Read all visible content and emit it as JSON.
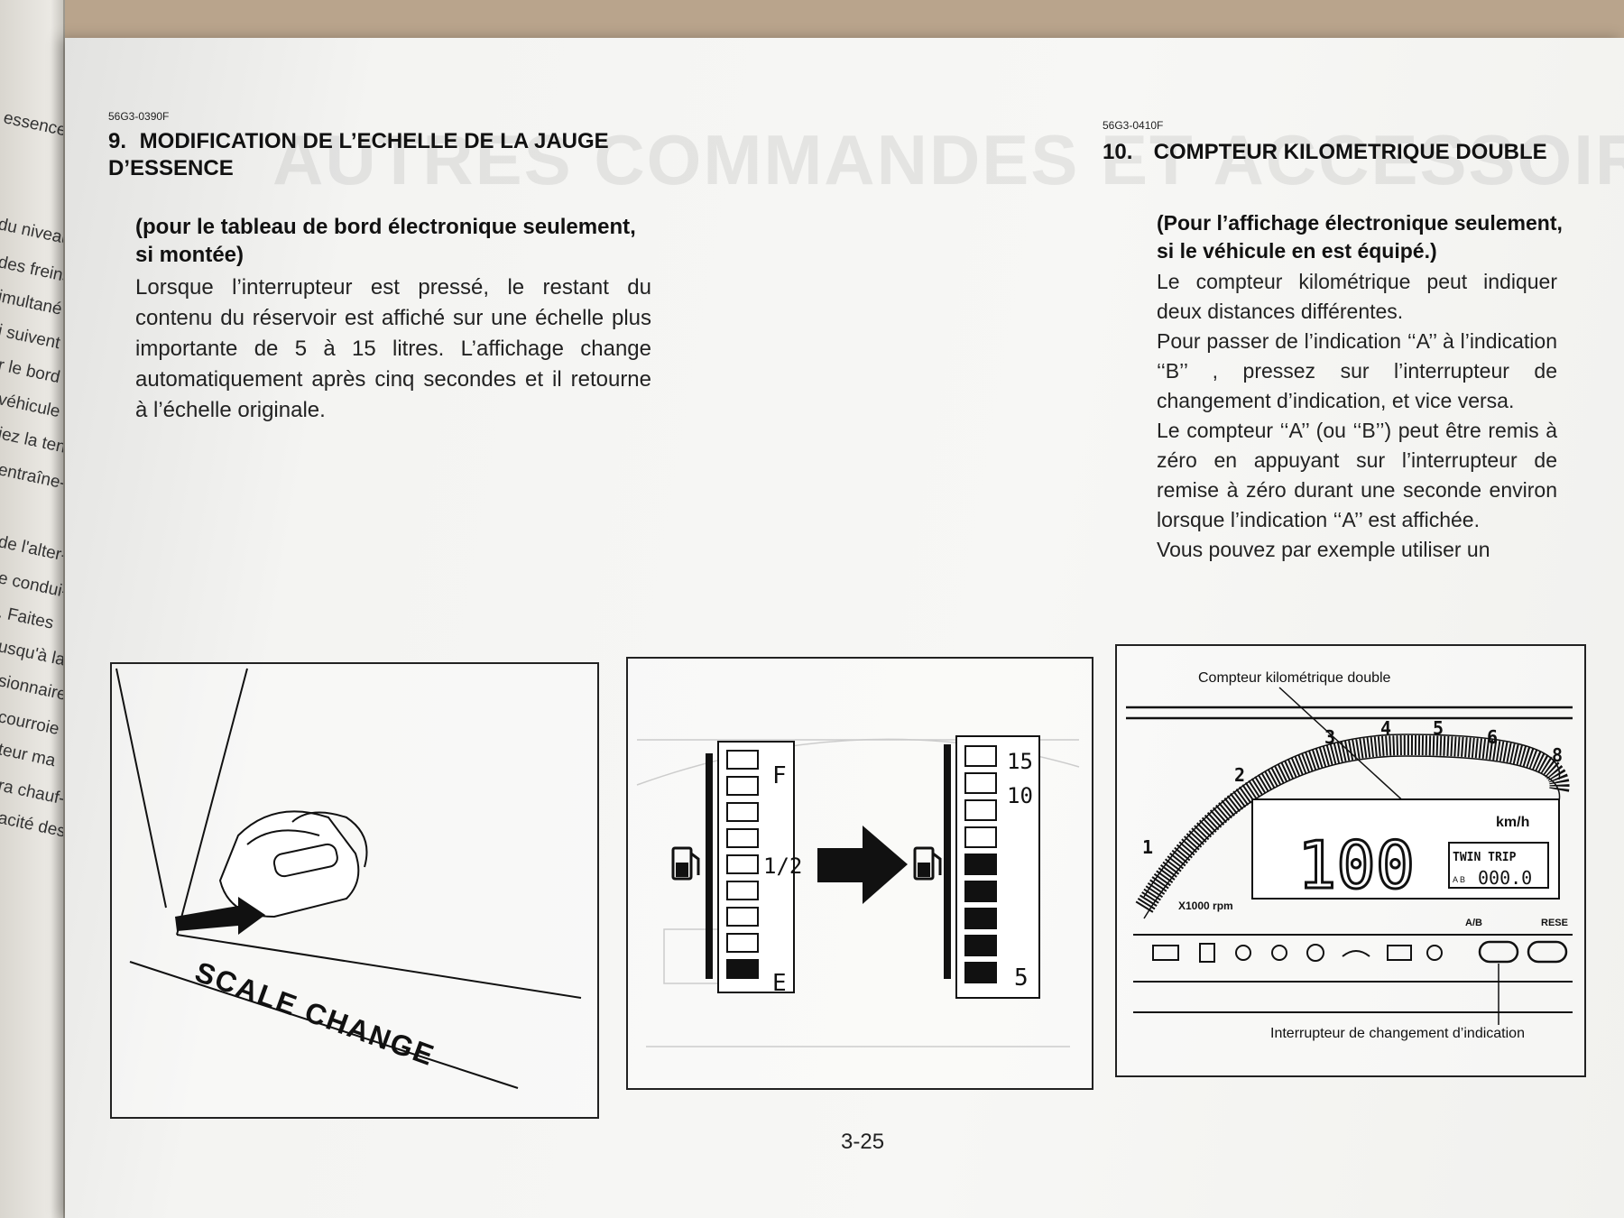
{
  "left_page_fragments": [
    "essence",
    "du niveau",
    "des freins",
    "imultané",
    "i suivent",
    "r le bord",
    "véhicule",
    "iez la ten-",
    "entraîne-",
    "de l'alter-",
    "e condui-",
    ". Faites",
    "usqu'à la",
    "sionnaire",
    "courroie",
    "teur ma",
    "ra chauf-",
    "acité des"
  ],
  "ghost_heading": "AUTRES COMMANDES ET ACCESSOIRES",
  "section9": {
    "code": "56G3-0390F",
    "number": "9.",
    "title": "MODIFICATION DE L’ECHELLE DE LA JAUGE D’ESSENCE",
    "subtitle": "(pour le tableau de bord électronique seulement, si montée)",
    "body": "Lorsque l’interrupteur est pressé, le restant du contenu du réservoir est affiché sur une échelle plus importante de 5 à 15 litres. L’affichage change automatiquement après cinq secondes et il retourne à l’échelle originale."
  },
  "section10": {
    "code": "56G3-0410F",
    "number": "10.",
    "title": "COMPTEUR KILOMETRIQUE DOUBLE",
    "subtitle": "(Pour l’affichage électronique seulement, si le véhicule en est équipé.)",
    "paragraphs": [
      "Le compteur kilométrique peut indiquer deux distances différentes.",
      "Pour passer de l’indication ‘‘A’’ à l’indication ‘‘B’’ , pressez sur l’interrupteur de changement d’indication, et vice versa.",
      "Le compteur ‘‘A’’ (ou ‘‘B’’) peut être remis à zéro en appuyant sur l’interrupteur de remise à zéro durant une seconde environ lorsque l’indication ‘‘A’’ est affichée.",
      "Vous pouvez par exemple utiliser un"
    ]
  },
  "figure1": {
    "label": "SCALE CHANGE"
  },
  "figure2": {
    "left_scale": [
      "F",
      "1/2",
      "E"
    ],
    "right_scale": [
      "15",
      "10",
      "5"
    ],
    "left_filled_segments": 1,
    "right_filled_segments": 5,
    "segments": 9
  },
  "figure3": {
    "callout_top": "Compteur kilométrique double",
    "callout_bottom": "Interrupteur de changement d’indication",
    "rpm_ticks": [
      "1",
      "2",
      "3",
      "4",
      "5",
      "6",
      "8"
    ],
    "rpm_unit": "X1000 rpm",
    "speed": "100",
    "speed_unit": "km/h",
    "trip_label": "TWIN TRIP",
    "trip_value": "000.0",
    "trip_ab": "A B",
    "ab_label": "A/B",
    "reset_label": "RESE"
  },
  "page_number": "3-25"
}
